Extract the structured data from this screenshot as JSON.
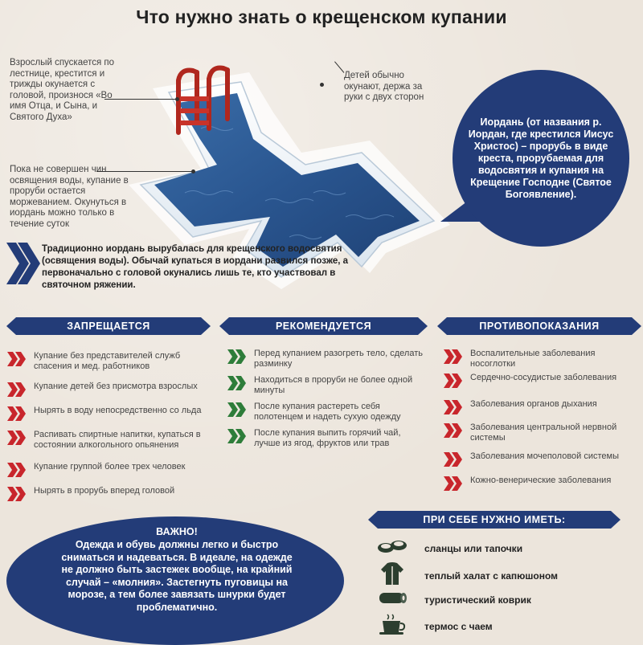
{
  "title": "Что нужно знать о крещенском купании",
  "notes": {
    "adult": "Взрослый спускается по лестнице, крестится и трижды окунается с головой, произнося «Во имя Отца, и Сына, и Святого Духа»",
    "children": "Детей обычно окунают, держа за руки с двух сторон",
    "consecration": "Пока не совершен чин освящения воды, купание в проруби остается моржеванием. Окунуться в иордань можно только в течение суток"
  },
  "jordan": "Иордань (от названия р. Иордан, где крестился Иисус Христос) – прорубь в виде креста, прорубаемая для водосвятия и купания на Крещение Господне (Святое Богоявление).",
  "tradition": "Традиционно иордань вырубалась для крещенского водосвятия (освящения воды). Обычай купаться в иордани развился позже, а первоначально с головой окунались лишь те, кто участвовал в святочном ряжении.",
  "columns": {
    "forbidden": {
      "title": "ЗАПРЕЩАЕТСЯ",
      "items": [
        "Купание без представителей служб спасения и мед. работников",
        "Купание детей без присмотра взрослых",
        "Нырять в воду непосредственно со льда",
        "Распивать спиртные напитки, купаться в состоянии алкогольного опьянения",
        "Купание группой более трех человек",
        "Нырять в прорубь вперед головой"
      ]
    },
    "recommended": {
      "title": "РЕКОМЕНДУЕТСЯ",
      "items": [
        "Перед купанием разогреть тело, сделать разминку",
        "Находиться в проруби не более одной минуты",
        "После купания растереть себя полотенцем и надеть сухую одежду",
        "После купания выпить горячий чай, лучше из ягод, фруктов или трав"
      ]
    },
    "contra": {
      "title": "ПРОТИВОПОКАЗАНИЯ",
      "items": [
        "Воспалительные заболевания носоглотки",
        "Сердечно-сосудистые заболевания",
        "Заболевания органов дыхания",
        "Заболевания центральной нервной системы",
        "Заболевания мочеполовой системы",
        "Кожно-венерические заболевания"
      ]
    }
  },
  "important": {
    "title": "ВАЖНО!",
    "text": "Одежда и обувь должны легко и быстро сниматься и надеваться. В идеале, на одежде не должно быть застежек вообще, на крайний случай – «молния». Застегнуть пуговицы на морозе, а тем более завязать шнурки будет проблематично."
  },
  "bring": {
    "title": "ПРИ СЕБЕ НУЖНО ИМЕТЬ:",
    "items": [
      {
        "label": "сланцы или тапочки",
        "icon": "slippers-icon"
      },
      {
        "label": "теплый халат с капюшоном",
        "icon": "robe-icon"
      },
      {
        "label": "туристический коврик",
        "icon": "mat-icon"
      },
      {
        "label": "термос с чаем",
        "icon": "cup-icon"
      }
    ]
  },
  "colors": {
    "navy": "#233c78",
    "red": "#c8262c",
    "green": "#2e7d3a",
    "background": "#ece5dc"
  }
}
